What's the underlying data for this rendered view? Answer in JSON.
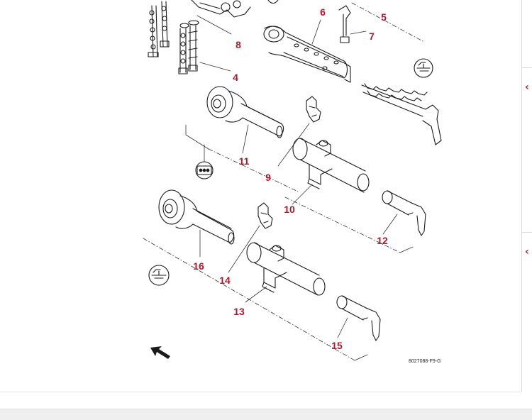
{
  "diagram": {
    "reference_code": "8027088-F9-G",
    "callouts": [
      {
        "id": "4",
        "label": "4"
      },
      {
        "id": "5",
        "label": "5"
      },
      {
        "id": "6",
        "label": "6"
      },
      {
        "id": "7",
        "label": "7"
      },
      {
        "id": "8",
        "label": "8"
      },
      {
        "id": "9",
        "label": "9"
      },
      {
        "id": "10",
        "label": "10"
      },
      {
        "id": "11",
        "label": "11"
      },
      {
        "id": "12",
        "label": "12"
      },
      {
        "id": "13",
        "label": "13"
      },
      {
        "id": "14",
        "label": "14"
      },
      {
        "id": "15",
        "label": "15"
      },
      {
        "id": "16",
        "label": "16"
      }
    ],
    "icons": [
      "front-direction-arrow-icon",
      "tractor-front-icon",
      "triple-dot-connector-icon"
    ]
  },
  "side_panel": {
    "buttons": [
      {
        "icon": "collapse-arrow-icon",
        "glyph": "‹"
      },
      {
        "icon": "collapse-arrow-icon",
        "glyph": "‹"
      }
    ]
  },
  "colors": {
    "callout": "#b0182b",
    "line_art": "#1a1a1a",
    "background": "#ffffff"
  }
}
